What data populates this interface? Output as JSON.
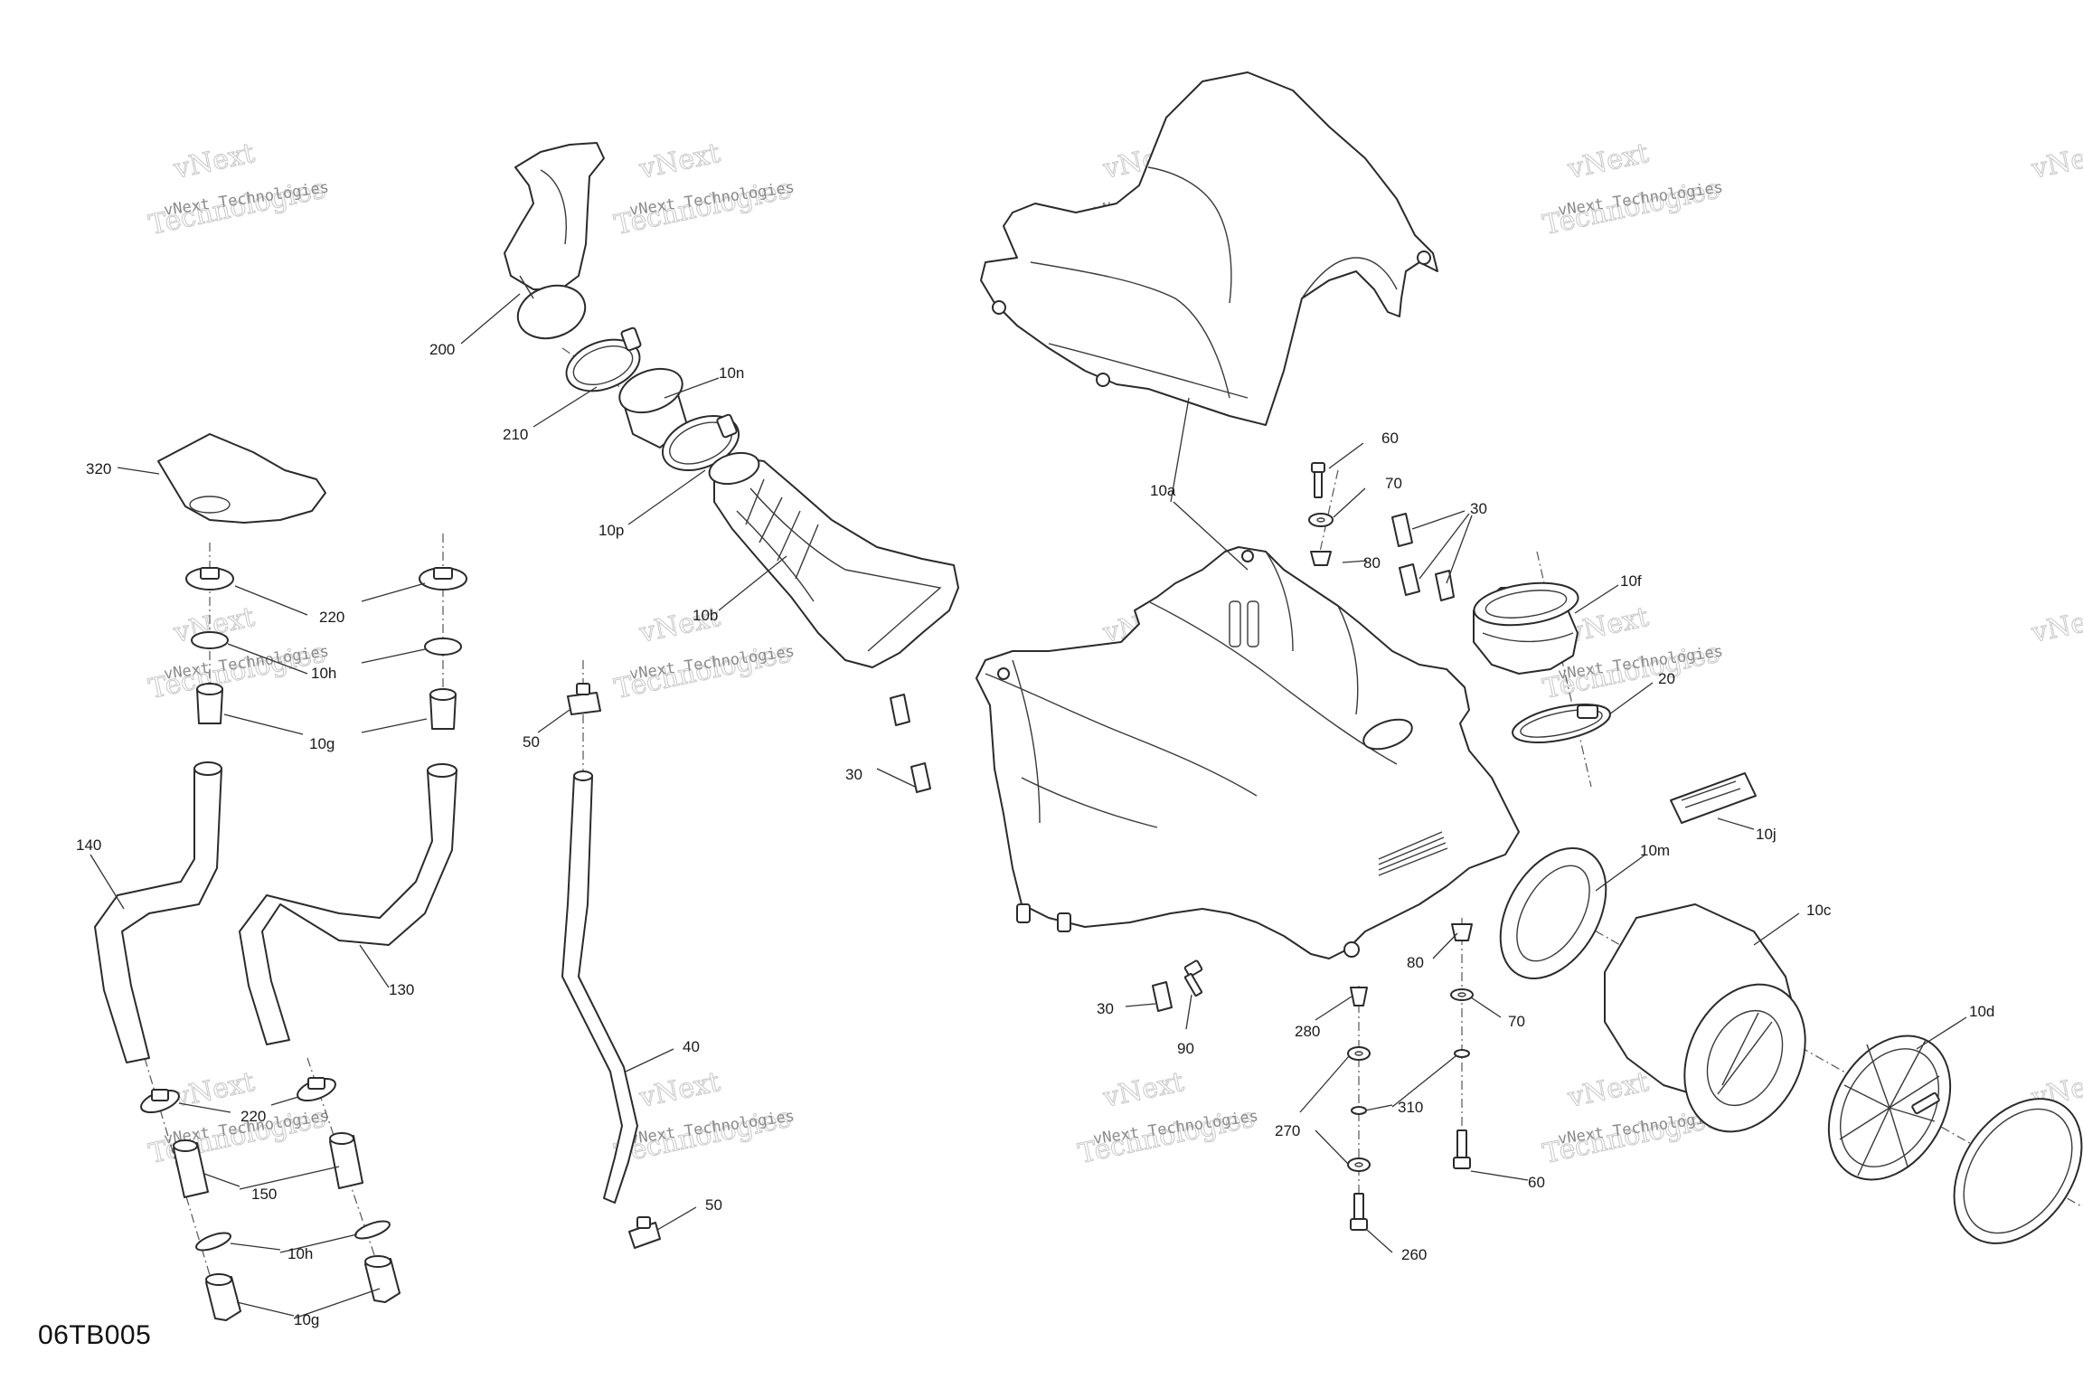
{
  "diagram": {
    "reference_code": "06TB005",
    "watermark": {
      "small": "vNext Technologies",
      "large": "Technologies",
      "arc": "vNext"
    },
    "callouts": [
      {
        "id": "c200",
        "label": "200"
      },
      {
        "id": "c210",
        "label": "210"
      },
      {
        "id": "c10n",
        "label": "10n"
      },
      {
        "id": "c10p",
        "label": "10p"
      },
      {
        "id": "c10b",
        "label": "10b"
      },
      {
        "id": "c10a",
        "label": "10a"
      },
      {
        "id": "c60a",
        "label": "60"
      },
      {
        "id": "c70a",
        "label": "70"
      },
      {
        "id": "c30a",
        "label": "30"
      },
      {
        "id": "c80a",
        "label": "80"
      },
      {
        "id": "c10f",
        "label": "10f"
      },
      {
        "id": "c20",
        "label": "20"
      },
      {
        "id": "c10j",
        "label": "10j"
      },
      {
        "id": "c10m",
        "label": "10m"
      },
      {
        "id": "c10c",
        "label": "10c"
      },
      {
        "id": "c10d",
        "label": "10d"
      },
      {
        "id": "c320",
        "label": "320"
      },
      {
        "id": "c220a",
        "label": "220"
      },
      {
        "id": "c10ha",
        "label": "10h"
      },
      {
        "id": "c10ga",
        "label": "10g"
      },
      {
        "id": "c140",
        "label": "140"
      },
      {
        "id": "c130",
        "label": "130"
      },
      {
        "id": "c220b",
        "label": "220"
      },
      {
        "id": "c150",
        "label": "150"
      },
      {
        "id": "c10hb",
        "label": "10h"
      },
      {
        "id": "c10gb",
        "label": "10g"
      },
      {
        "id": "c50a",
        "label": "50"
      },
      {
        "id": "c40",
        "label": "40"
      },
      {
        "id": "c50b",
        "label": "50"
      },
      {
        "id": "c30b",
        "label": "30"
      },
      {
        "id": "c30c",
        "label": "30"
      },
      {
        "id": "c90",
        "label": "90"
      },
      {
        "id": "c280",
        "label": "280"
      },
      {
        "id": "c80b",
        "label": "80"
      },
      {
        "id": "c70b",
        "label": "70"
      },
      {
        "id": "c270",
        "label": "270"
      },
      {
        "id": "c310",
        "label": "310"
      },
      {
        "id": "c60b",
        "label": "60"
      },
      {
        "id": "c260",
        "label": "260"
      }
    ]
  }
}
